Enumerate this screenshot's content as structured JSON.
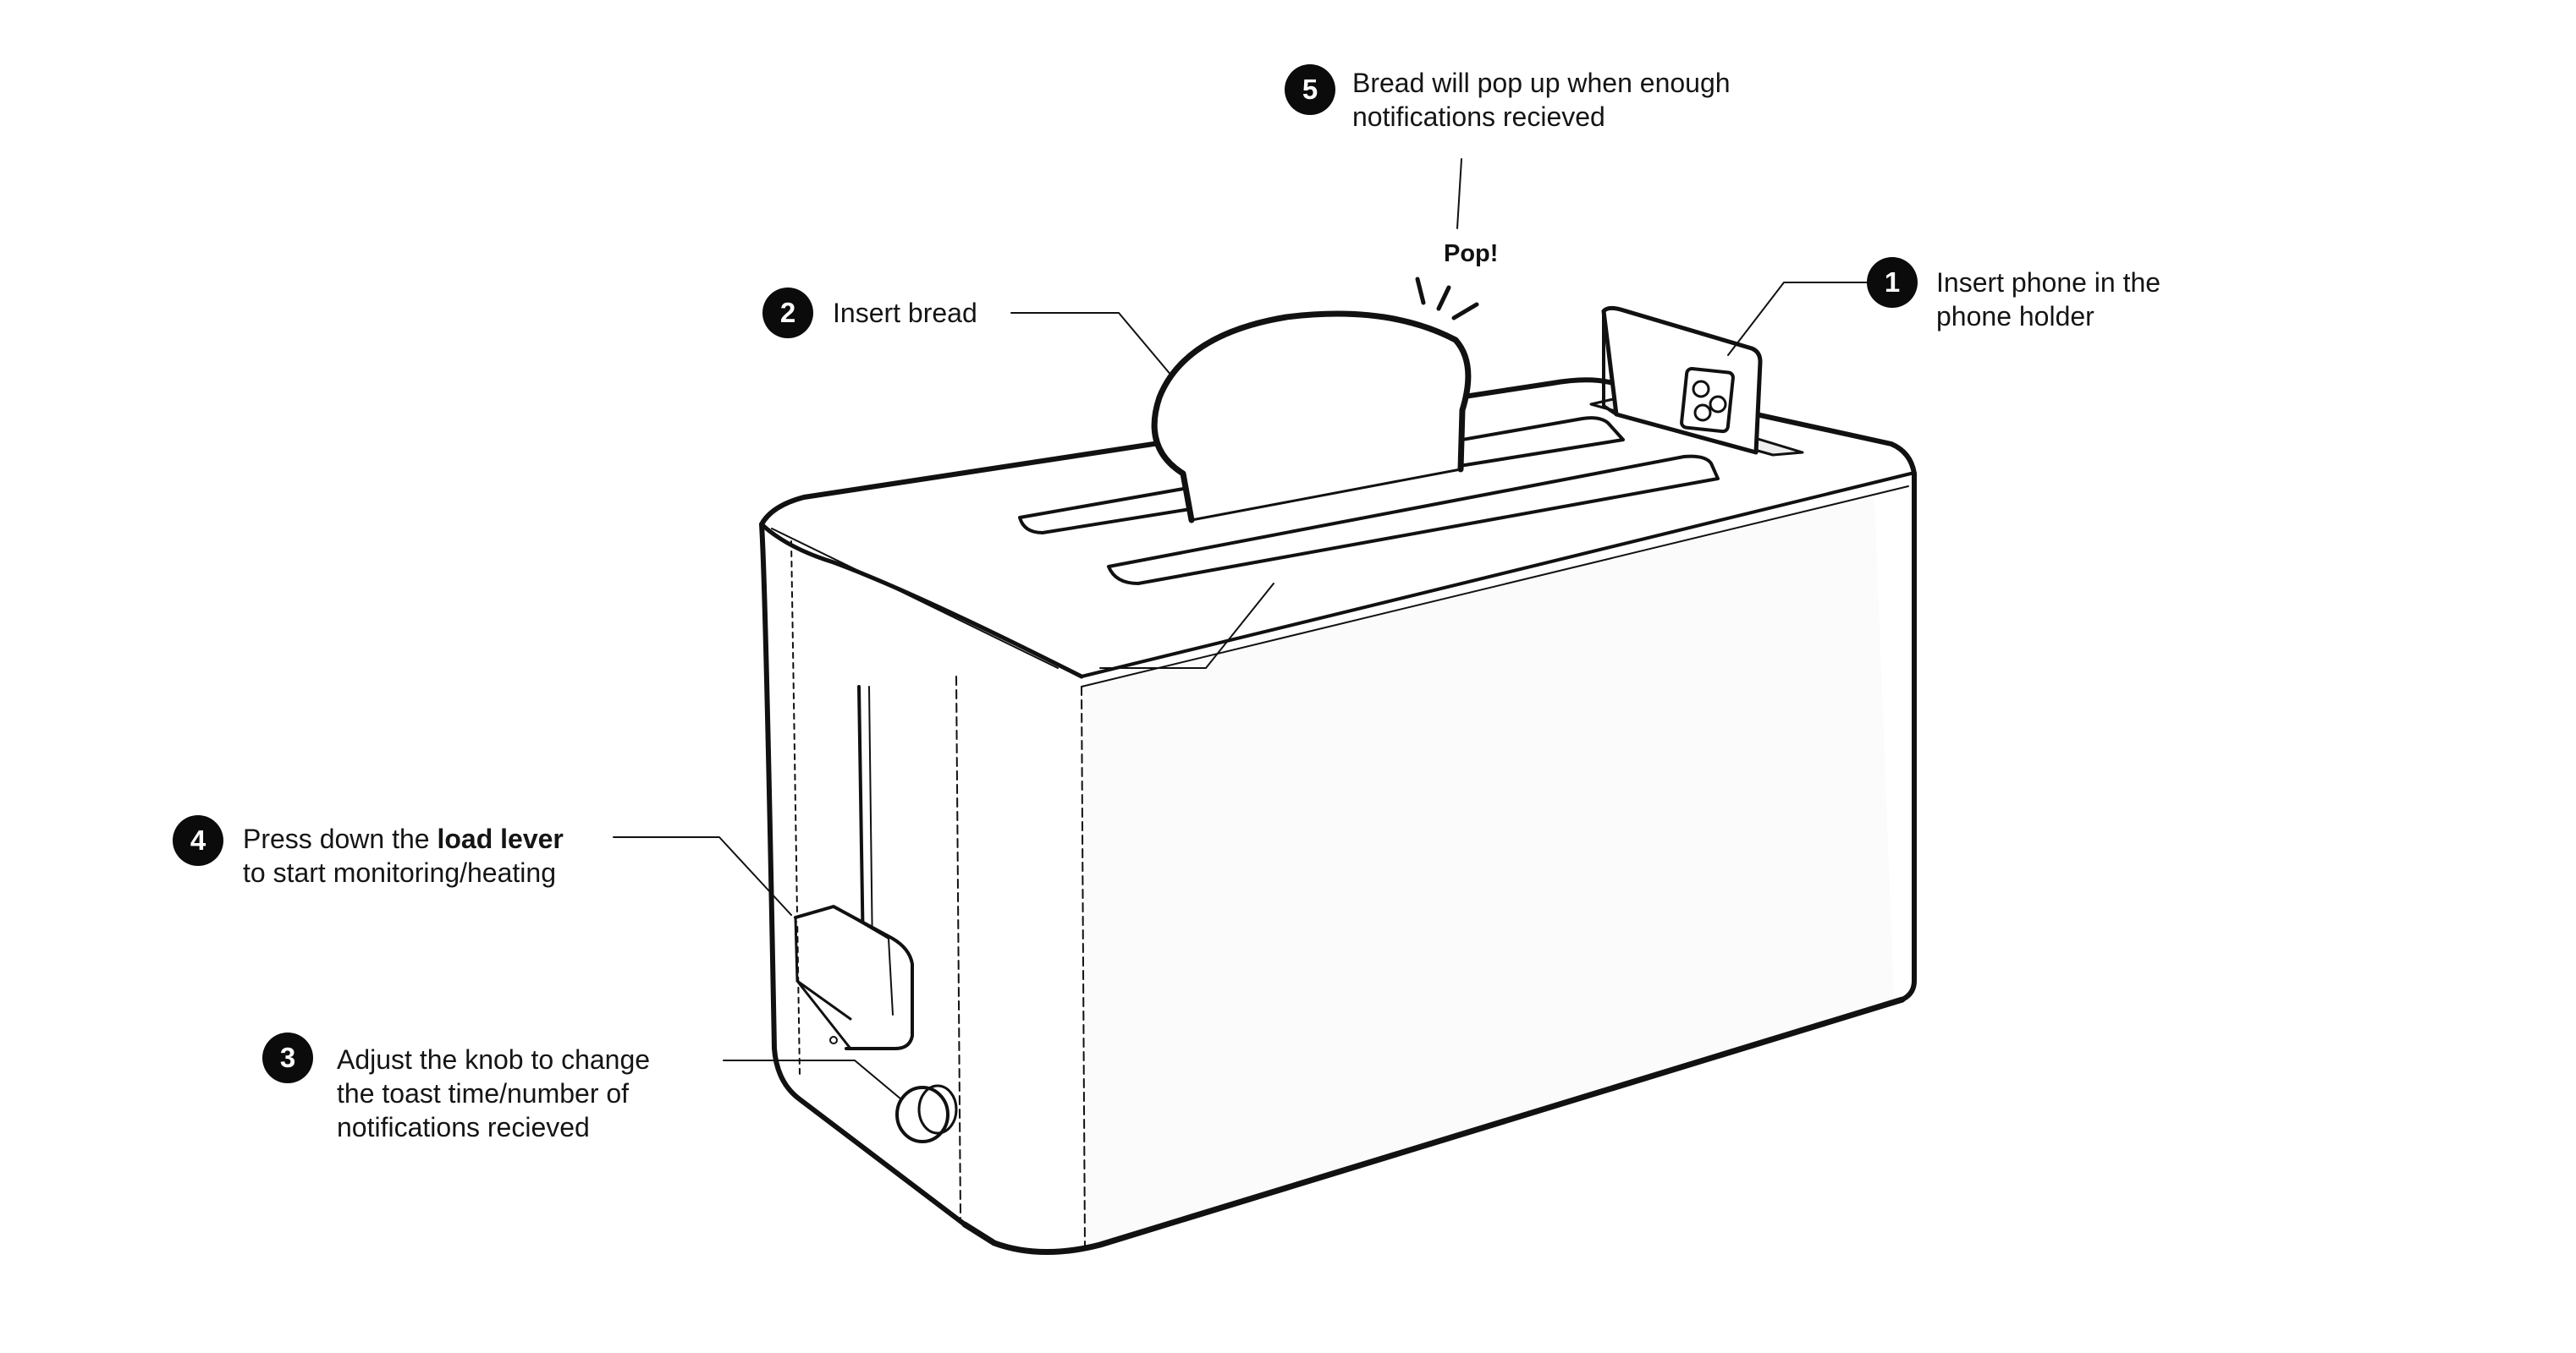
{
  "callouts": [
    {
      "number": "1",
      "lines": [
        "Insert phone in the",
        "phone holder"
      ]
    },
    {
      "number": "2",
      "lines": [
        "Insert bread"
      ]
    },
    {
      "number": "3",
      "lines": [
        "Adjust the knob to change",
        "the toast time/number of",
        "notifications recieved"
      ]
    },
    {
      "number": "4",
      "lines": [
        "Press down the ",
        "load lever",
        "to start monitoring/heating"
      ]
    },
    {
      "number": "5",
      "lines": [
        "Bread will pop up when enough",
        "notifications recieved"
      ]
    }
  ],
  "pop_text": "Pop!",
  "colors": {
    "ink": "#111111",
    "badge": "#0b0b0b",
    "background": "#ffffff"
  }
}
